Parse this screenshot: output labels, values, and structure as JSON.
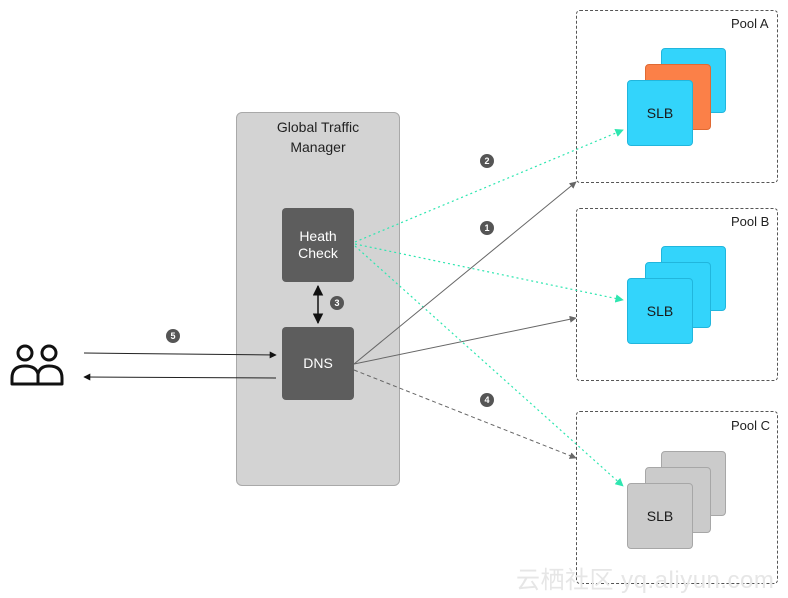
{
  "gtm": {
    "title_line1": "Global Traffic",
    "title_line2": "Manager"
  },
  "health_check": {
    "line1": "Heath",
    "line2": "Check"
  },
  "dns": {
    "label": "DNS"
  },
  "pools": [
    {
      "label": "Pool A",
      "slb": "SLB"
    },
    {
      "label": "Pool B",
      "slb": "SLB"
    },
    {
      "label": "Pool C",
      "slb": "SLB"
    }
  ],
  "steps": [
    "1",
    "2",
    "3",
    "4",
    "5"
  ],
  "colors": {
    "blue": "#33d4fb",
    "orange": "#fb8048",
    "gray": "#cbcbcb",
    "dark_box": "#5d5d5d",
    "health_line": "#2ee6b0"
  },
  "watermark": "云栖社区 yq.aliyun.com"
}
